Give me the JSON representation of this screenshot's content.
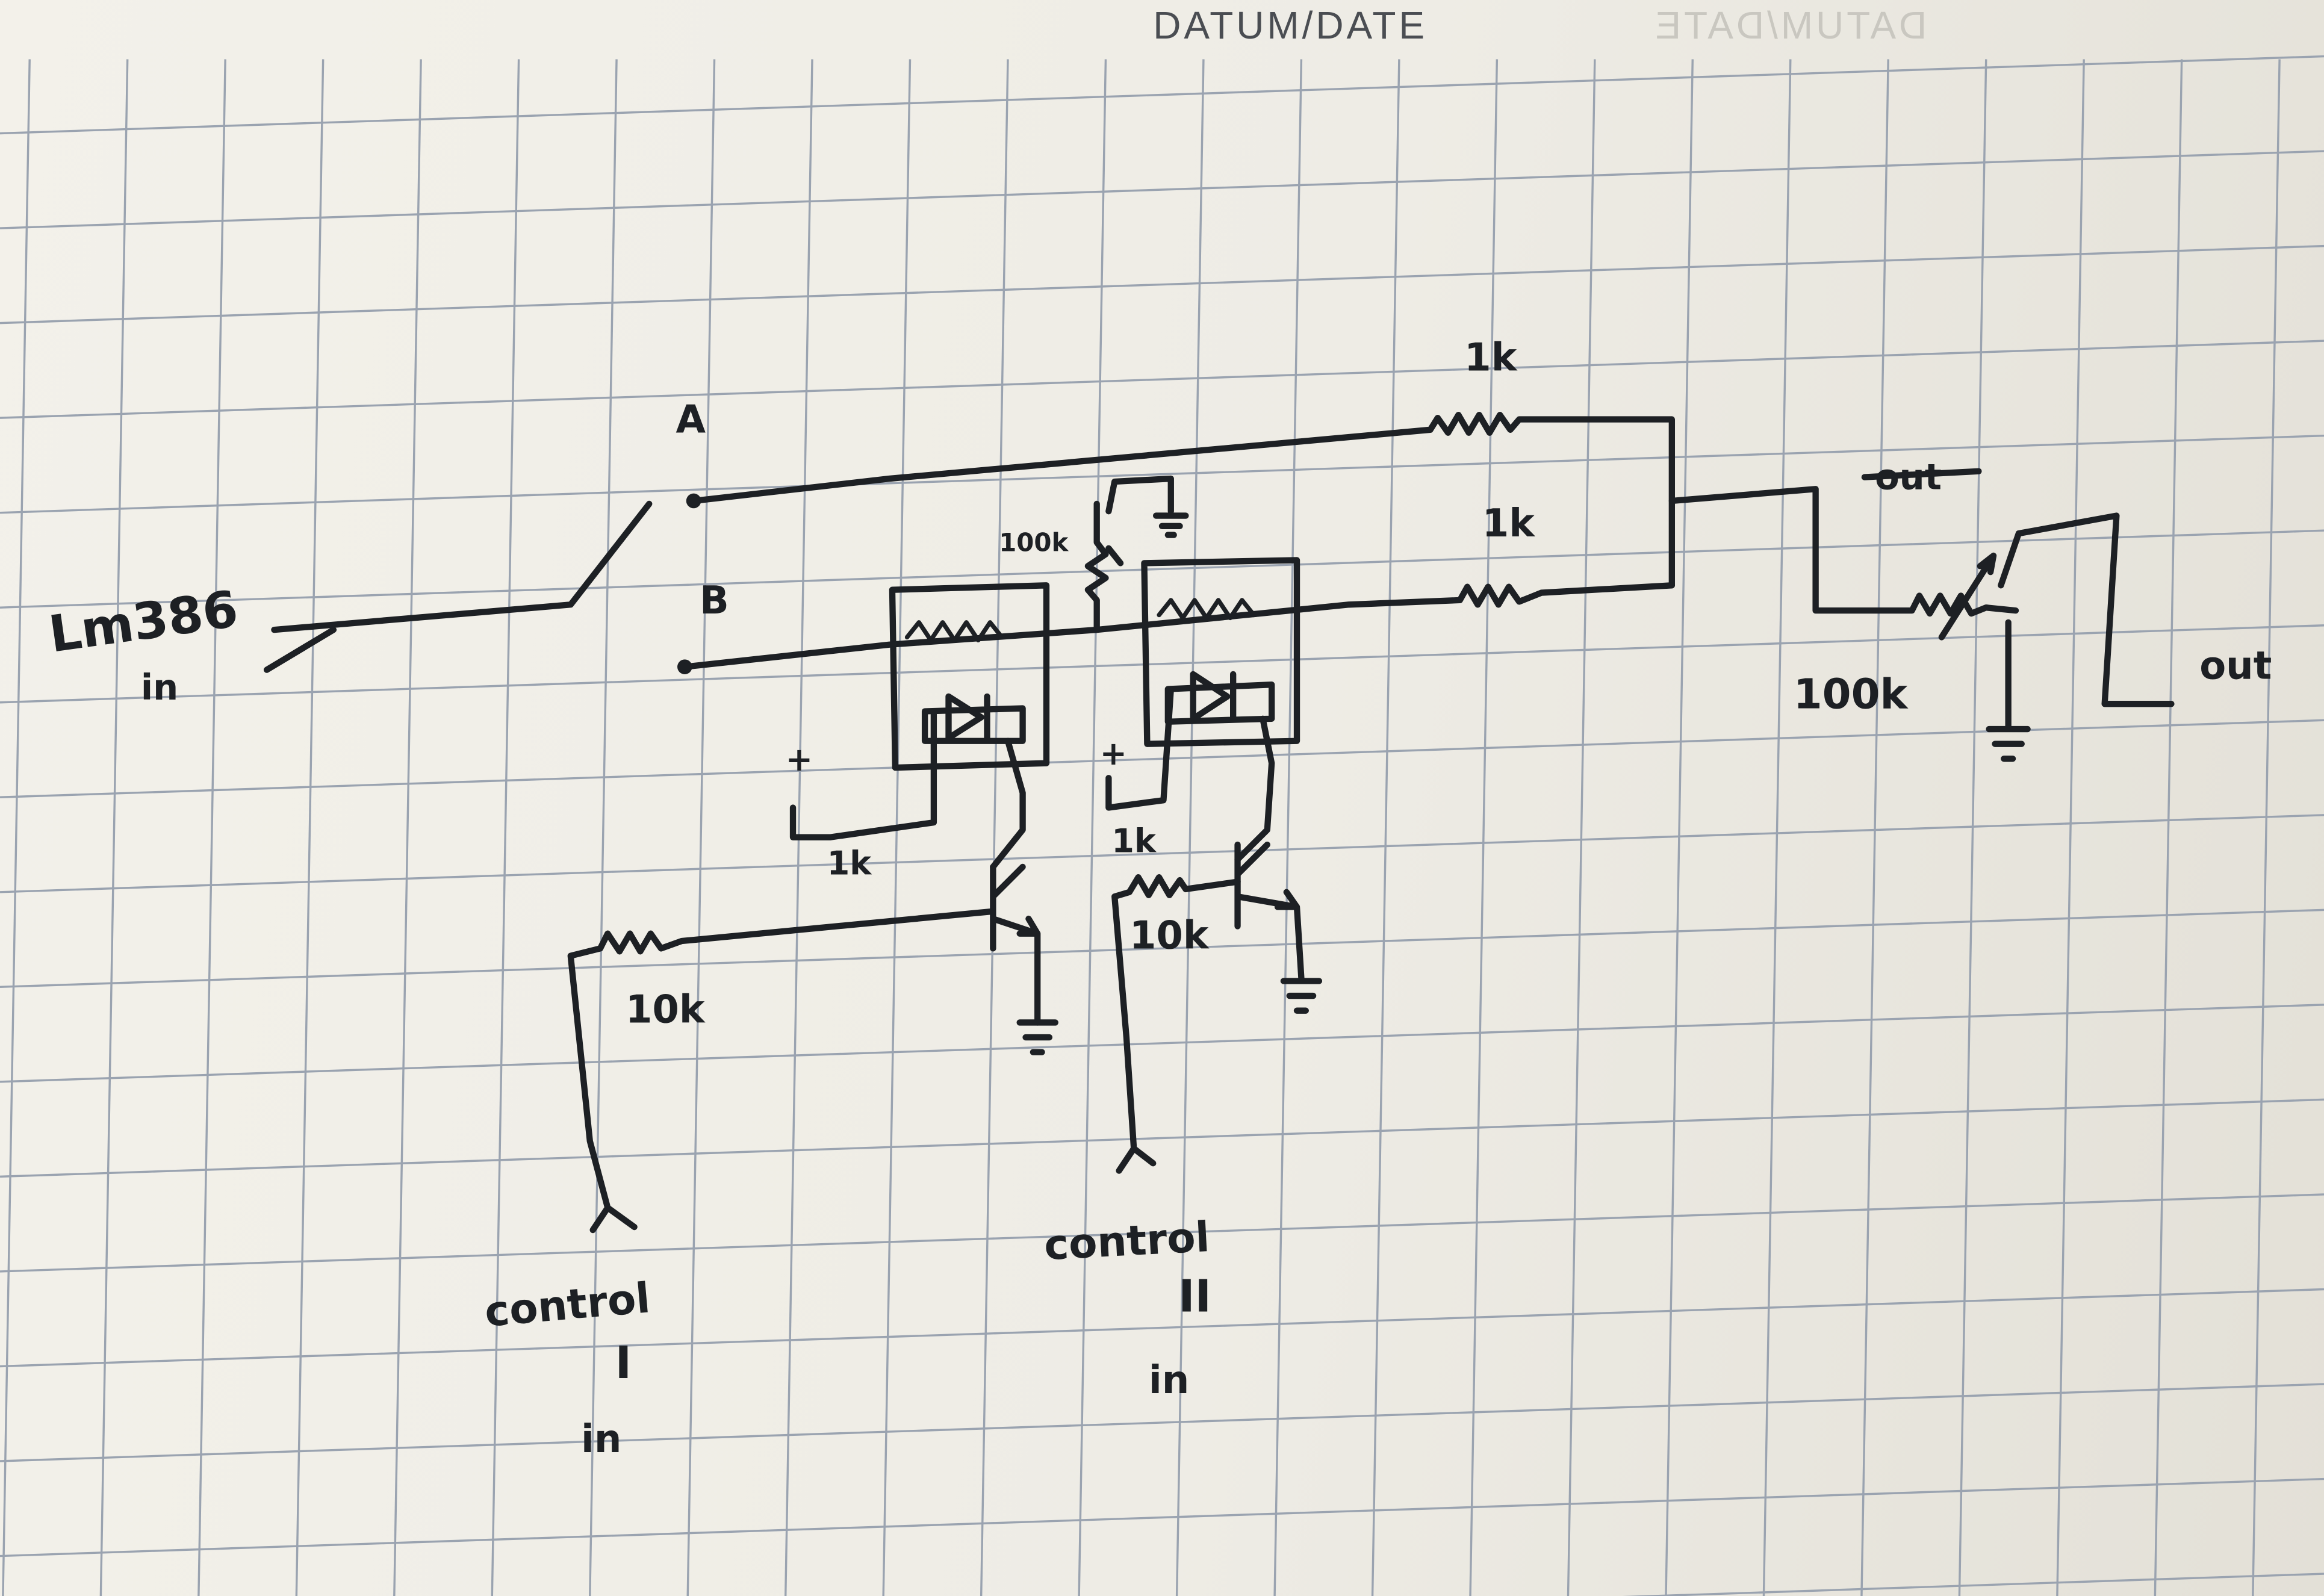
{
  "header": {
    "label": "DATUM/DATE",
    "mirrored_label": "DATUM/DATE"
  },
  "input": {
    "line1": "Lm386",
    "line2": "in"
  },
  "switch": {
    "terminal_a": "A",
    "terminal_b": "B"
  },
  "resistors": {
    "top_a": "1k",
    "top_b": "1k",
    "pot_center": "100k",
    "opto1_series": "1k",
    "opto2_series": "1k",
    "base1": "10k",
    "base2": "10k",
    "output_pot": "100k"
  },
  "polarity": {
    "plus1": "+",
    "plus2": "+"
  },
  "outputs": {
    "crossed_out": "out",
    "final": "out"
  },
  "controls": [
    {
      "line1": "control",
      "line2": "I",
      "line3": "in"
    },
    {
      "line1": "control",
      "line2": "II",
      "line3": "in"
    }
  ]
}
